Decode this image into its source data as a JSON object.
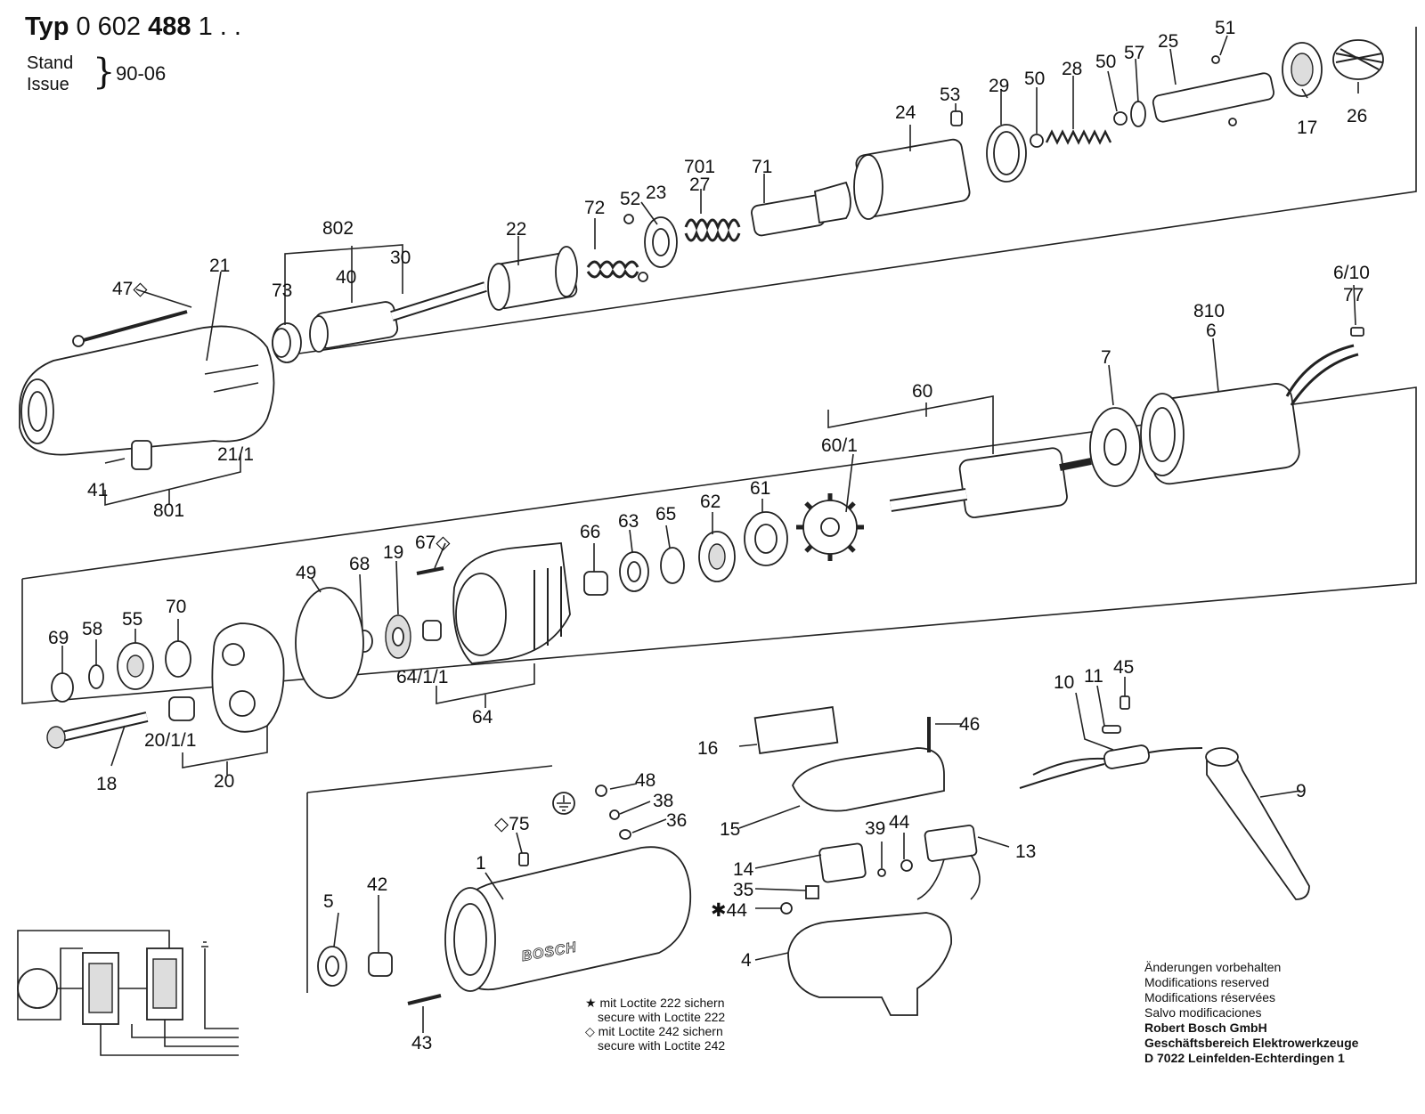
{
  "header": {
    "typ_label": "Typ",
    "typ_number_a": "0 602",
    "typ_number_b": "488",
    "typ_suffix": "1 . .",
    "stand": "Stand",
    "issue": "Issue",
    "date": "90-06"
  },
  "labels": {
    "p1": "1",
    "p4": "4",
    "p5": "5",
    "p6": "6",
    "p6_10": "6/10",
    "p7": "7",
    "p9": "9",
    "p10": "10",
    "p11": "11",
    "p13": "13",
    "p14": "14",
    "p15": "15",
    "p16": "16",
    "p17": "17",
    "p18": "18",
    "p19": "19",
    "p20": "20",
    "p20_1_1": "20/1/1",
    "p21": "21",
    "p21_1": "21/1",
    "p22": "22",
    "p23": "23",
    "p24": "24",
    "p25": "25",
    "p26": "26",
    "p27": "27",
    "p28": "28",
    "p29": "29",
    "p30": "30",
    "p35": "35",
    "p36": "36",
    "p38": "38",
    "p39": "39",
    "p40": "40",
    "p41": "41",
    "p42": "42",
    "p43": "43",
    "p44a": "44",
    "p44b": "✱44",
    "p45": "45",
    "p46": "46",
    "p47": "47◇",
    "p48": "48",
    "p49": "49",
    "p50a": "50",
    "p50b": "50",
    "p51": "51",
    "p52": "52",
    "p53": "53",
    "p55": "55",
    "p57": "57",
    "p58": "58",
    "p60": "60",
    "p60_1": "60/1",
    "p61": "61",
    "p62": "62",
    "p63": "63",
    "p64": "64",
    "p64_1_1": "64/1/1",
    "p65": "65",
    "p66": "66",
    "p67": "67◇",
    "p68": "68",
    "p69": "69",
    "p70": "70",
    "p71": "71",
    "p72": "72",
    "p73": "73",
    "p75": "◇75",
    "p77": "77",
    "p701": "701",
    "p801": "801",
    "p802": "802",
    "p810": "810"
  },
  "brand_on_housing": "BOSCH",
  "loctite_notes": [
    "★ mit Loctite 222 sichern",
    "secure with Loctite 222",
    "◇ mit Loctite 242 sichern",
    "secure with Loctite 242"
  ],
  "modifications": [
    "Änderungen vorbehalten",
    "Modifications reserved",
    "Modifications réservées",
    "Salvo modificaciones"
  ],
  "company": [
    "Robert Bosch GmbH",
    "Geschäftsbereich Elektrowerkzeuge",
    "D 7022 Leinfelden-Echterdingen 1"
  ]
}
